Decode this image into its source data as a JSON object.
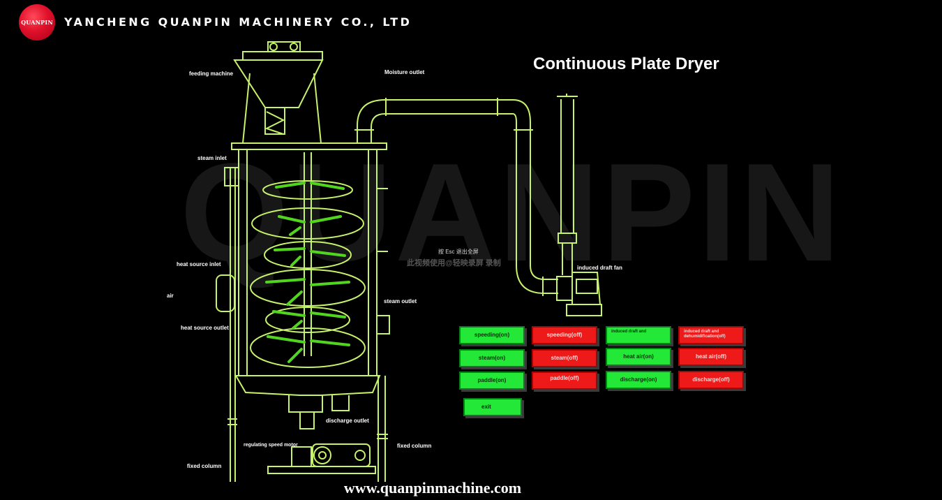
{
  "header": {
    "logo_text": "QUANPIN",
    "company": "YANCHENG QUANPIN MACHINERY CO., LTD"
  },
  "title": "Continuous Plate Dryer",
  "watermark": "QUANPIN",
  "overlay": {
    "hint": "按 Esc 退出全屏",
    "recording_notice": "此视频使用@轻映录屏 录制"
  },
  "labels": {
    "feeding_machine": "feeding machine",
    "moisture_outlet": "Moisture outlet",
    "steam_inlet": "steam inlet",
    "heat_source_inlet": "heat source inlet",
    "air": "air",
    "heat_source_outlet": "heat source outlet",
    "steam_outlet": "steam outlet",
    "induced_draft_fan": "induced draft fan",
    "discharge_outlet": "discharge outlet",
    "regulating_speed_motor": "regulating speed motor",
    "fixed_column_right": "fixed column",
    "fixed_column_left": "fixed column"
  },
  "controls": {
    "speeding_on": "speeding(on)",
    "speeding_off": "speeding(off)",
    "induced_on": "induced draft and",
    "induced_off": "induced draft and dehumidification(off)",
    "steam_on": "steam(on)",
    "steam_off": "steam(off)",
    "heat_air_on": "heat air(on)",
    "heat_air_off": "heat air(off)",
    "paddle_on": "paddle(on)",
    "paddle_off": "paddle(off)",
    "discharge_on": "discharge(on)",
    "discharge_off": "discharge(off)",
    "exit": "exit"
  },
  "colors": {
    "background": "#000000",
    "line": "#c6f36a",
    "paddle": "#52d51e",
    "button_on": "#23e837",
    "button_off": "#ee1a1a"
  },
  "footer": {
    "website": "www.quanpinmachine.com"
  }
}
